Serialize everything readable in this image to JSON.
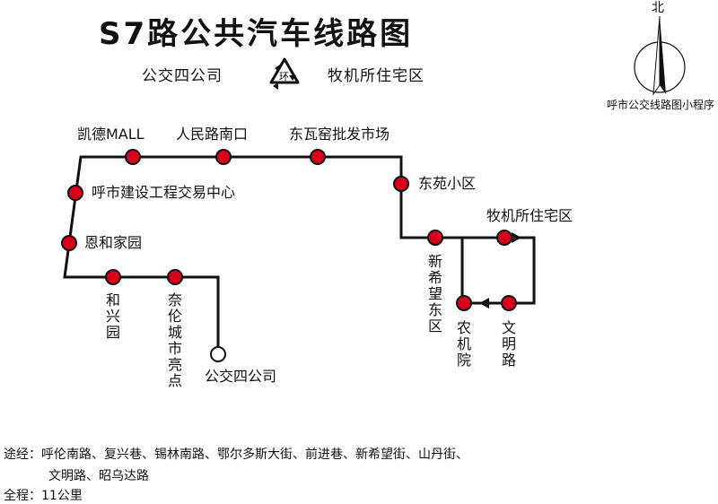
{
  "title": "S7路公共汽车线路图",
  "subtitle": {
    "left": "公交四公司",
    "right": "牧机所住宅区",
    "loop_badge": "环"
  },
  "compass": {
    "north": "北",
    "caption": "呼市公交线路图小程序"
  },
  "colors": {
    "route_line": "#111111",
    "stop_fill": "#d6001c",
    "terminal_fill": "#ffffff"
  },
  "stops": [
    {
      "id": "gongjiao4",
      "name": "公交四公司",
      "terminal": true
    },
    {
      "id": "nailun",
      "name": "奈伦城市亮点"
    },
    {
      "id": "hexingyuan",
      "name": "和兴园"
    },
    {
      "id": "enhejia",
      "name": "恩和家园"
    },
    {
      "id": "huishi",
      "name": "呼市建设工程交易中心"
    },
    {
      "id": "kaide",
      "name": "凯德MALL"
    },
    {
      "id": "renminlu",
      "name": "人民路南口"
    },
    {
      "id": "dongwayao",
      "name": "东瓦窑批发市场"
    },
    {
      "id": "dongyuan",
      "name": "东苑小区"
    },
    {
      "id": "xinxiwang",
      "name": "新希望东区"
    },
    {
      "id": "muji",
      "name": "牧机所住宅区"
    },
    {
      "id": "wenming",
      "name": "文明路"
    },
    {
      "id": "nongji",
      "name": "农机院"
    }
  ],
  "footer": {
    "via_label": "途经：",
    "via_line1": "呼伦南路、复兴巷、锡林南路、鄂尔多斯大街、前进巷、新希望街、山丹街、",
    "via_line2": "文明路、昭乌达路",
    "distance_label": "全程：",
    "distance_value": "11公里"
  }
}
